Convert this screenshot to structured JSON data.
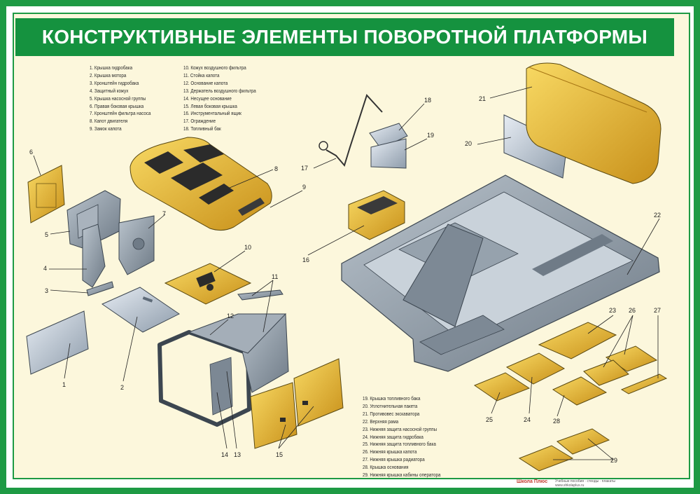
{
  "title": "КОНСТРУКТИВНЫЕ ЭЛЕМЕНТЫ ПОВОРОТНОЙ ПЛАТФОРМЫ",
  "legend_col1": [
    "1. Крышка гидробака",
    "2. Крышка мотора",
    "3. Кронштейн гидробака",
    "4. Защитный кожух",
    "5. Крышка насосной группы",
    "6. Правая боковая крышка",
    "7. Кронштейн фильтра насоса",
    "8. Капот двигателя",
    "9. Замок капота"
  ],
  "legend_col2": [
    "10. Кожух воздушного фильтра",
    "11. Стойка капота",
    "12. Основание капота",
    "13. Держатель воздушного фильтра",
    "14. Несущее основание",
    "15. Левая боковая крышка",
    "16. Инструментальный ящик",
    "17. Ограждение",
    "18. Топливный бак"
  ],
  "legend_col3": [
    "19. Крышка топливного бака",
    "20. Уплотнительная пакета",
    "21. Противовес экскаватора",
    "22. Верхняя рама",
    "23. Нижняя защита насосной группы",
    "24. Нижняя защита гидробака",
    "25. Нижняя защита топливного бака",
    "26. Нижняя крышка капота",
    "27. Нижняя крышка радиатора",
    "28. Крышка основания",
    "29. Нижняя крышка кабины оператора"
  ],
  "part_labels": [
    "1",
    "2",
    "3",
    "4",
    "5",
    "6",
    "7",
    "8",
    "9",
    "10",
    "11",
    "12",
    "13",
    "14",
    "15",
    "16",
    "17",
    "18",
    "19",
    "20",
    "21",
    "22",
    "23",
    "24",
    "25",
    "26",
    "27",
    "28",
    "29"
  ],
  "brand": "Школа Плюс",
  "footer_line1": "Учебные пособия · стенды · плакаты",
  "footer_line2": "www.shkolaplus.ru",
  "colors": {
    "frame_green": "#1e9a44",
    "title_green": "#15923f",
    "background": "#fcf7dc",
    "yellow_part": "#e8b21e",
    "steel_part": "#8e9aa6"
  }
}
